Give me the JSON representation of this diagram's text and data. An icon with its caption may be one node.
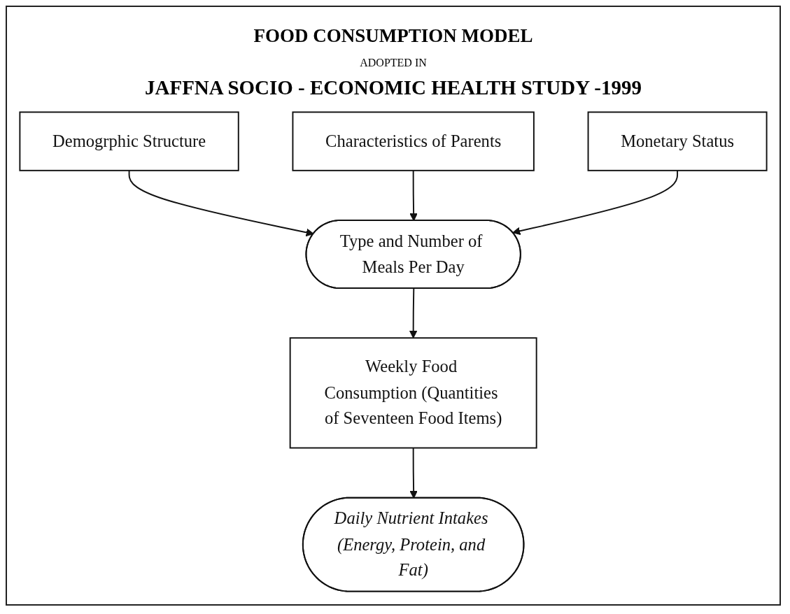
{
  "diagram": {
    "title": "FOOD CONSUMPTION MODEL",
    "labels": [
      "ADOPTED IN",
      "JAFFNA SOCIO - ECONOMIC HEALTH STUDY -1999"
    ],
    "nodes": [
      {
        "text": [
          "Demogrphic Structure"
        ]
      },
      {
        "text": [
          "Characteristics of Parents"
        ]
      },
      {
        "text": [
          "Monetary Status"
        ]
      },
      {
        "text": [
          "Type and Number of Meals Per Day"
        ]
      },
      {
        "text": [
          "Weekly Food Consumption (Quantities of Seventeen Food Items)"
        ]
      },
      {
        "text": [
          "Daily Nutrient Intakes (Energy, Protein, and Fat)"
        ]
      }
    ],
    "edges": [
      {
        "from": 0,
        "to": 3,
        "arrow": "to"
      },
      {
        "from": 1,
        "to": 3,
        "arrow": "to"
      },
      {
        "from": 2,
        "to": 3,
        "arrow": "to"
      },
      {
        "from": 3,
        "to": 4,
        "arrow": "to"
      },
      {
        "from": 4,
        "to": 5,
        "arrow": "to"
      }
    ]
  }
}
